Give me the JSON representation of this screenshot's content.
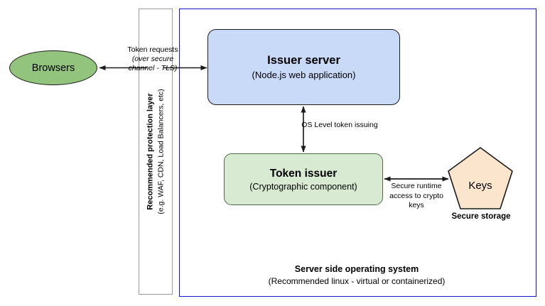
{
  "diagram": {
    "title_hidden": "",
    "colors": {
      "browsers_fill": "#93c47d",
      "issuer_fill": "#c9daf8",
      "token_issuer_fill": "#d9ead3",
      "keys_fill": "#fce5cd",
      "os_frame_border": "#1414cc",
      "protection_frame_border": "#9a9a9a",
      "stroke": "#1a1a1a"
    },
    "nodes": {
      "browsers": {
        "label": "Browsers"
      },
      "issuer_server": {
        "title": "Issuer server",
        "subtitle": "(Node.js web application)"
      },
      "token_issuer": {
        "title": "Token issuer",
        "subtitle": "(Cryptographic component)"
      },
      "keys": {
        "label": "Keys",
        "caption": "Secure storage"
      }
    },
    "containers": {
      "protection_layer": {
        "title": "Recommended protection layer",
        "subtitle": "(e.g. WAF, CDN, Load Balancers, etc)"
      },
      "operating_system": {
        "title": "Server side operating system",
        "subtitle": "(Recommended linux - virtual or containerized)"
      }
    },
    "edges": {
      "token_requests": {
        "line1": "Token requests",
        "line2": "(over secure",
        "line3": "channel - TLS)"
      },
      "os_level_token_issuing": "OS Level token issuing",
      "secure_runtime_access": "Secure runtime access to crypto keys"
    }
  }
}
